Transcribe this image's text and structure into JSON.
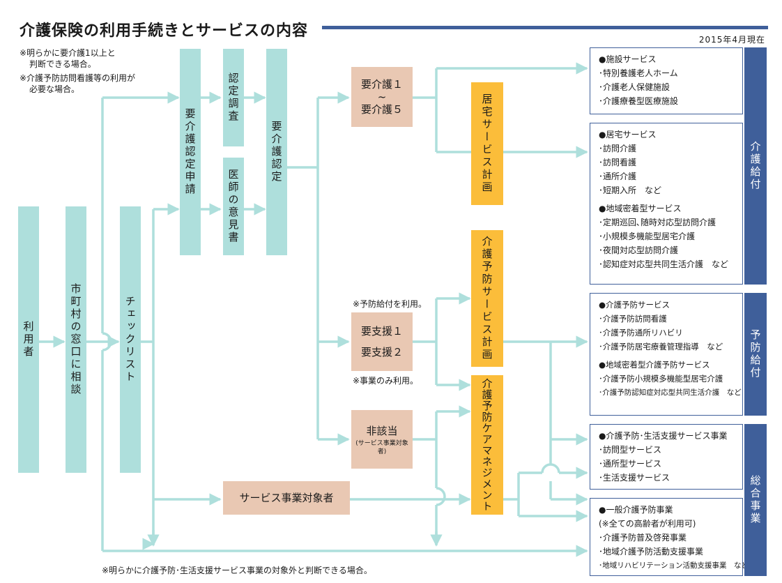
{
  "header": {
    "title": "介護保険の利用手続きとサービスの内容",
    "date": "2015年4月現在"
  },
  "notes": {
    "top_1": "※明らかに要介護1以上と",
    "top_2": "判断できる場合。",
    "top_3": "※介護予防訪問看護等の利用が",
    "top_4": "必要な場合。",
    "yobou_kyufu": "※予防給付を利用。",
    "jigyou_nomi": "※事業のみ利用。",
    "bottom": "※明らかに介護予防･生活支援サービス事業の対象外と判断できる場合。"
  },
  "flow": {
    "riyousha": "利用者",
    "madoguchi": "市町村の窓口に相談",
    "checklist": "チェックリスト",
    "shinsei": "要介護認定申請",
    "chousa": "認定調査",
    "ikensho": "医師の意見書",
    "nintei": "要介護認定",
    "yokaigo_1": "要介護１",
    "yokaigo_tilde": "~",
    "yokaigo_2": "要介護５",
    "youshien_1": "要支援１",
    "youshien_2": "要支援２",
    "higaitou": "非該当",
    "higaitou_sub": "(サービス事業対象者)",
    "jigyou_taishousha": "サービス事業対象者",
    "kyotaku_keikaku": "居宅サービス計画",
    "yobou_keikaku": "介護予防サービス計画",
    "care_management": "介護予防ケアマネジメント"
  },
  "panels": {
    "shisetsu": {
      "head": "●施設サービス",
      "items": [
        "･特別養護老人ホーム",
        "･介護老人保健施設",
        "･介護療養型医療施設"
      ]
    },
    "kyotaku": {
      "head": "●居宅サービス",
      "items": [
        "･訪問介護",
        "･訪問看護",
        "･通所介護",
        "･短期入所　など"
      ],
      "head2": "●地域密着型サービス",
      "items2": [
        "･定期巡回､随時対応型訪問介護",
        "･小規模多機能型居宅介護",
        "･夜間対応型訪問介護",
        "･認知症対応型共同生活介護　など"
      ]
    },
    "yobou": {
      "head": "●介護予防サービス",
      "items": [
        "･介護予防訪問看護",
        "･介護予防通所リハビリ",
        "･介護予防居宅療養管理指導　など"
      ],
      "head2": "●地域密着型介護予防サービス",
      "items2": [
        "･介護予防小規模多機能型居宅介護",
        "･介護予防認知症対応型共同生活介護　など"
      ]
    },
    "seikatsu": {
      "head": "●介護予防･生活支援サービス事業",
      "items": [
        "･訪問型サービス",
        "･通所型サービス",
        "･生活支援サービス"
      ]
    },
    "ippan": {
      "head": "●一般介護予防事業",
      "sub": "(※全ての高齢者が利用可)",
      "items": [
        "･介護予防普及啓発事業",
        "･地域介護予防活動支援事業",
        "･地域リハビリテーション活動支援事業　など"
      ]
    }
  },
  "side_labels": {
    "kaigo_kyufu": "介護給付",
    "yobou_kyufu": "予防給付",
    "sougou_jigyou": "総合事業"
  },
  "colors": {
    "teal": "#aedfdc",
    "salmon": "#e9c8b3",
    "orange": "#fbbd3a",
    "navy": "#3f5f9a"
  }
}
